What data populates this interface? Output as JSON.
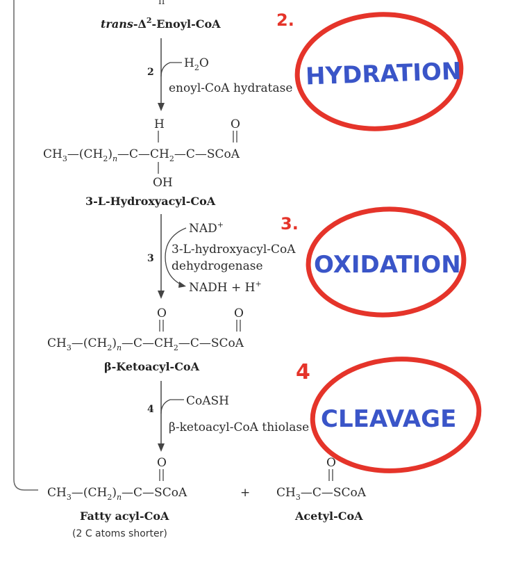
{
  "step2": {
    "reactant": {
      "prefix": "trans",
      "delta": "-Δ",
      "sup": "2",
      "rest": "-Enoyl-CoA"
    },
    "num": "2",
    "cofactor_base": "H",
    "cofactor_sub": "2",
    "cofactor_tail": "O",
    "enzyme": "enoyl-CoA hydratase"
  },
  "hydroxyacyl": {
    "h_label": "H",
    "oh_label": "OH",
    "o_label": "O",
    "ch": "CH",
    "ch_sub": "3",
    "dash1": "—(CH",
    "ch2_sub": "2",
    "paren": ")",
    "n": "n",
    "dash_c1": "—C—CH",
    "ch2b_sub": "2",
    "dash_c2": "—C—SCoA",
    "name": "3-L-Hydroxyacyl-CoA"
  },
  "step3": {
    "num": "3",
    "in_base": "NAD",
    "in_sup": "+",
    "enzyme_line1": "3-L-hydroxyacyl-CoA",
    "enzyme_line2": "dehydrogenase",
    "out_base": "NADH  +  H",
    "out_sup": "+"
  },
  "ketoacyl": {
    "o1": "O",
    "o2": "O",
    "ch": "CH",
    "ch_sub": "3",
    "dash1": "—(CH",
    "ch2_sub": "2",
    "paren": ")",
    "n": "n",
    "dash_c1": "—C—CH",
    "ch2b_sub": "2",
    "dash_c2": "—C—SCoA",
    "name": "β-Ketoacyl-CoA"
  },
  "step4": {
    "num": "4",
    "cofactor": "CoASH",
    "enzyme": "β-ketoacyl-CoA thiolase"
  },
  "products": {
    "o1": "O",
    "o2": "O",
    "fa_ch": "CH",
    "fa_sub": "3",
    "fa_dash1": "—(CH",
    "fa_ch2sub": "2",
    "fa_paren": ")",
    "fa_n": "n",
    "fa_rest": "—C—SCoA",
    "plus": "+",
    "ac_ch": "CH",
    "ac_sub": "3",
    "ac_rest": "—C—SCoA",
    "fa_name": "Fatty acyl-CoA",
    "fa_note": "(2 C atoms shorter)",
    "ac_name": "Acetyl-CoA"
  },
  "annotations": {
    "hydration": "HYDRATION",
    "hydration_num": "2.",
    "oxidation": "OXIDATION",
    "oxidation_num": "3.",
    "cleavage": "CLEAVAGE",
    "cleavage_num": "4",
    "ink_red": "#e5342a",
    "ink_blue": "#3a55c8"
  }
}
